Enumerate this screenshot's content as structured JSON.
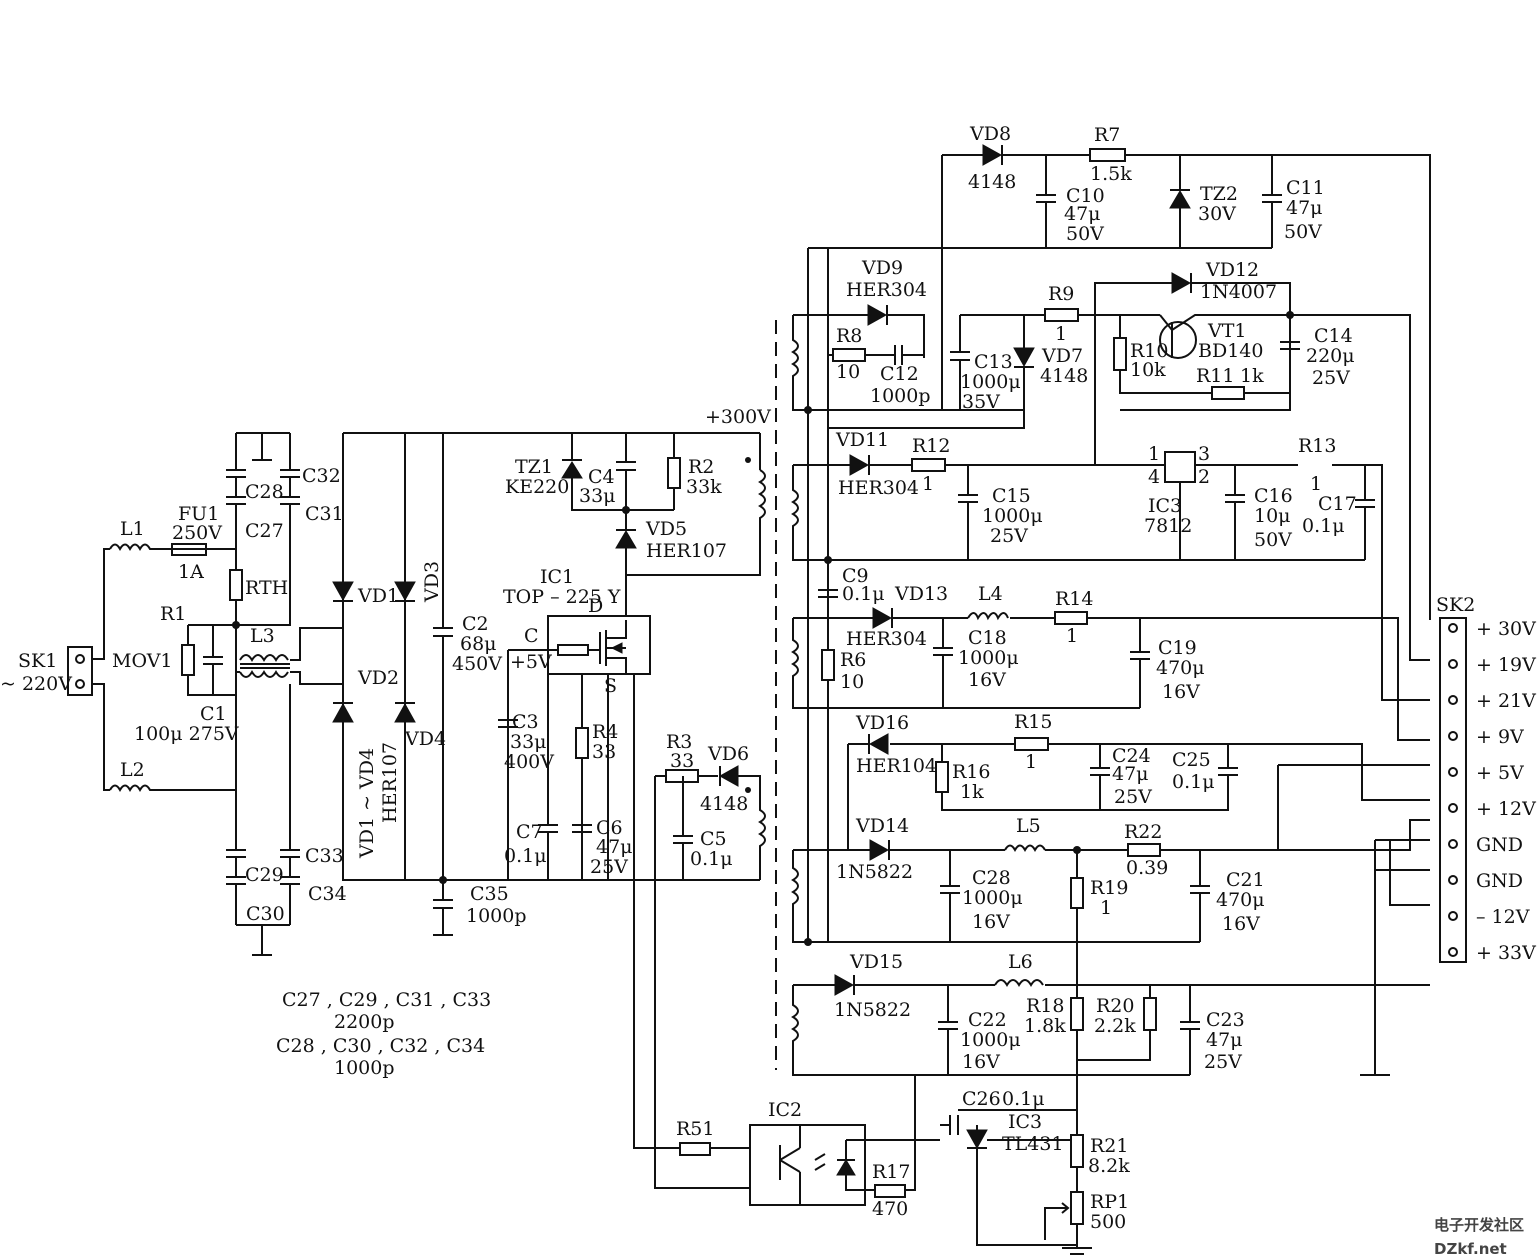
{
  "labels": {
    "sk1": "SK1",
    "sk1_v": "~ 220V",
    "mov1": "MOV1",
    "l1": "L1",
    "fu1": "FU1",
    "fu1_v": "250V",
    "fu1_a": "1A",
    "r1": "R1",
    "c1": "C1",
    "c1_v": "100μ 275V",
    "l2": "L2",
    "c28": "C28",
    "c27": "C27",
    "c32": "C32",
    "c31": "C31",
    "rth": "RTH",
    "l3": "L3",
    "c29": "C29",
    "c30": "C30",
    "c33": "C33",
    "c34": "C34",
    "vd1": "VD1",
    "vd2": "VD2",
    "vd3": "VD3",
    "vd4": "VD4",
    "vd14_note": "VD1 ~ VD4",
    "vd14_type": "HER107",
    "c2": "C2",
    "c2_v1": "68μ",
    "c2_v2": "450V",
    "c3": "C3",
    "c3_v1": "33μ",
    "c3_v2": "400V",
    "c35": "C35",
    "c35_v": "1000p",
    "p300": "+300V",
    "tz1": "TZ1",
    "tz1_t": "KE220",
    "c4": "C4",
    "c4_v": "33μ",
    "r2": "R2",
    "r2_v": "33k",
    "vd5": "VD5",
    "vd5_t": "HER107",
    "ic1": "IC1",
    "ic1_t": "TOP – 225 Y",
    "pin_d": "D",
    "pin_c": "C",
    "pin_s": "S",
    "p5v": "+5V",
    "r4": "R4",
    "r4_v": "33",
    "c7": "C7",
    "c7_v": "0.1μ",
    "c6": "C6",
    "c6_v1": "47μ",
    "c6_v2": "25V",
    "r3": "R3",
    "r3_v": "33",
    "vd6": "VD6",
    "vd6_t": "4148",
    "c5": "C5",
    "c5_v": "0.1μ",
    "note1": "C27 , C29 , C31 , C33",
    "note2": "2200p",
    "note3": "C28 , C30 , C32 , C34",
    "note4": "1000p",
    "vd8": "VD8",
    "vd8_t": "4148",
    "r7": "R7",
    "r7_v": "1.5k",
    "c10": "C10",
    "c10_v1": "47μ",
    "c10_v2": "50V",
    "tz2": "TZ2",
    "tz2_v": "30V",
    "c11": "C11",
    "c11_v1": "47μ",
    "c11_v2": "50V",
    "vd9": "VD9",
    "vd9_t": "HER304",
    "r8": "R8",
    "r8_v": "10",
    "c12": "C12",
    "c12_v": "1000p",
    "c13": "C13",
    "c13_v1": "1000μ",
    "c13_v2": "35V",
    "vd7": "VD7",
    "vd7_t": "4148",
    "r9": "R9",
    "r9_v": "1",
    "vd12": "VD12",
    "vd12_t": "1N4007",
    "r10": "R10",
    "r10_v": "10k",
    "vt1": "VT1",
    "vt1_t": "BD140",
    "r11": "R11",
    "r11_v": "1k",
    "c14": "C14",
    "c14_v1": "220μ",
    "c14_v2": "25V",
    "vd11": "VD11",
    "vd11_t": "HER304",
    "r12": "R12",
    "r12_v": "1",
    "c15": "C15",
    "c15_v1": "1000μ",
    "c15_v2": "25V",
    "ic3": "IC3",
    "ic3_t": "7812",
    "pin1": "1",
    "pin2": "2",
    "pin3": "3",
    "pin4": "4",
    "c16": "C16",
    "c16_v1": "10μ",
    "c16_v2": "50V",
    "r13": "R13",
    "r13_v": "1",
    "c17": "C17",
    "c17_v": "0.1μ",
    "c9": "C9",
    "c9_v": "0.1μ",
    "vd13": "VD13",
    "vd13_t": "HER304",
    "l4": "L4",
    "r6": "R6",
    "r6_v": "10",
    "c18": "C18",
    "c18_v1": "1000μ",
    "c18_v2": "16V",
    "r14": "R14",
    "r14_v": "1",
    "c19": "C19",
    "c19_v1": "470μ",
    "c19_v2": "16V",
    "vd16": "VD16",
    "vd16_t": "HER104",
    "r15": "R15",
    "r15_v": "1",
    "r16": "R16",
    "r16_v": "1k",
    "c24": "C24",
    "c24_v1": "47μ",
    "c24_v2": "25V",
    "c25": "C25",
    "c25_v": "0.1μ",
    "vd14": "VD14",
    "vd14_t": "1N5822",
    "l5": "L5",
    "r22": "R22",
    "r22_v": "0.39",
    "c28b": "C28",
    "c28b_v1": "1000μ",
    "c28b_v2": "16V",
    "r19": "R19",
    "r19_v": "1",
    "c21": "C21",
    "c21_v1": "470μ",
    "c21_v2": "16V",
    "vd15": "VD15",
    "vd15_t": "1N5822",
    "l6": "L6",
    "c22": "C22",
    "c22_v1": "1000μ",
    "c22_v2": "16V",
    "r18": "R18",
    "r18_v": "1.8k",
    "r20": "R20",
    "r20_v": "2.2k",
    "c23": "C23",
    "c23_v1": "47μ",
    "c23_v2": "25V",
    "c26": "C26",
    "c26_v": "0.1μ",
    "ic3b": "IC3",
    "ic3b_t": "TL431",
    "r21": "R21",
    "r21_v": "8.2k",
    "rp1": "RP1",
    "rp1_v": "500",
    "r51": "R51",
    "ic2": "IC2",
    "r17": "R17",
    "r17_v": "470",
    "sk2": "SK2"
  },
  "sk2_pins": [
    "+ 30V",
    "+ 19V",
    "+  21V",
    "+ 9V",
    "+ 5V",
    "+ 12V",
    "GND",
    "GND",
    "– 12V",
    "+ 33V"
  ],
  "watermark": {
    "line1": "电子开发社区",
    "line2": "DZkf.net"
  }
}
